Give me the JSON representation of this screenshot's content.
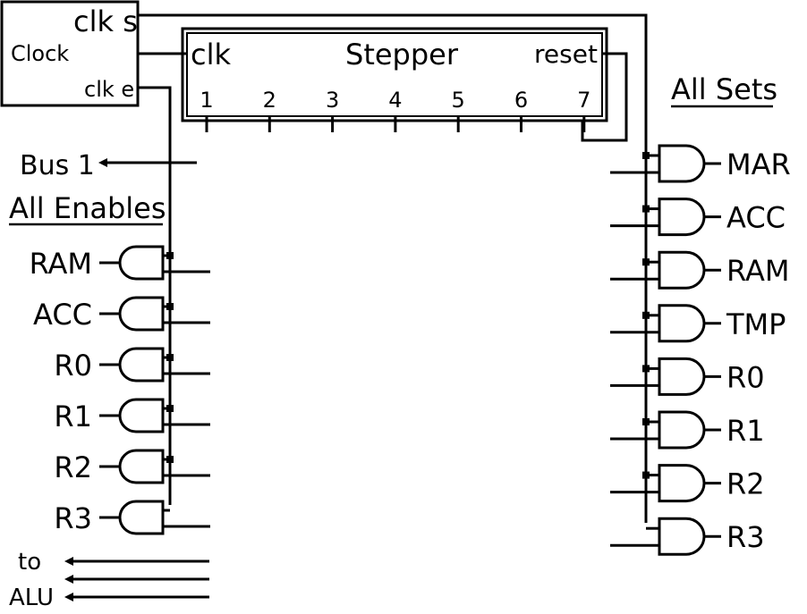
{
  "clock": {
    "name": "Clock",
    "clk_s": "clk s",
    "clk_e": "clk e"
  },
  "stepper": {
    "name": "Stepper",
    "clk": "clk",
    "reset": "reset",
    "steps": [
      "1",
      "2",
      "3",
      "4",
      "5",
      "6",
      "7"
    ]
  },
  "bus_label": "Bus 1",
  "enables": {
    "title": "All Enables",
    "registers": [
      "RAM",
      "ACC",
      "R0",
      "R1",
      "R2",
      "R3"
    ]
  },
  "sets": {
    "title": "All Sets",
    "registers": [
      "MAR",
      "ACC",
      "RAM",
      "TMP",
      "R0",
      "R1",
      "R2",
      "R3"
    ]
  },
  "alu_label": {
    "line1": "to",
    "line2": "ALU"
  }
}
